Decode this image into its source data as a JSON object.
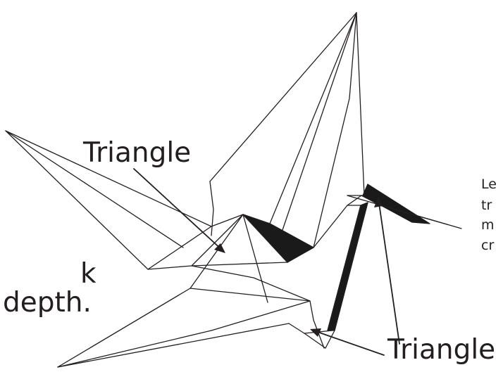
{
  "labels": {
    "triangle_top": "Triangle",
    "triangle_bottom": "Triangle"
  },
  "left_text_fragments": [
    "k",
    "depth."
  ],
  "right_text_fragments": [
    "Le",
    "tr",
    "m",
    "cr"
  ],
  "colors": {
    "ink": "#231f20",
    "background": "#ffffff",
    "shadow_fill": "#1a1a1a"
  }
}
